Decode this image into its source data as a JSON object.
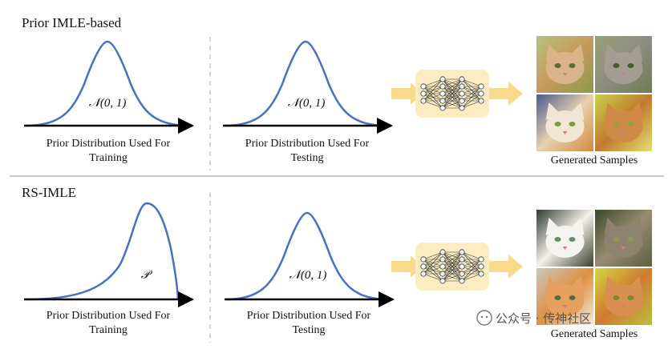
{
  "sections": [
    {
      "title": "Prior IMLE-based",
      "train_label": [
        "Prior Distribution Used For",
        "Training"
      ],
      "train_symbol": "𝒩(0, 1)",
      "test_label": [
        "Prior Distribution Used For",
        "Testing"
      ],
      "test_symbol": "𝒩(0, 1)",
      "samples_label": "Generated Samples"
    },
    {
      "title": "RS-IMLE",
      "train_label": [
        "Prior Distribution Used For",
        "Training"
      ],
      "train_symbol": "𝒫",
      "test_label": [
        "Prior Distribution Used For",
        "Testing"
      ],
      "test_symbol": "𝒩(0, 1)",
      "samples_label": "Generated Samples"
    }
  ],
  "watermark": "公众号 · 传神社区",
  "colors": {
    "curve": "#4472c4",
    "arrow": "#f9d98a",
    "network_bg": "#fbecc2",
    "divider": "#c8c8c8"
  }
}
